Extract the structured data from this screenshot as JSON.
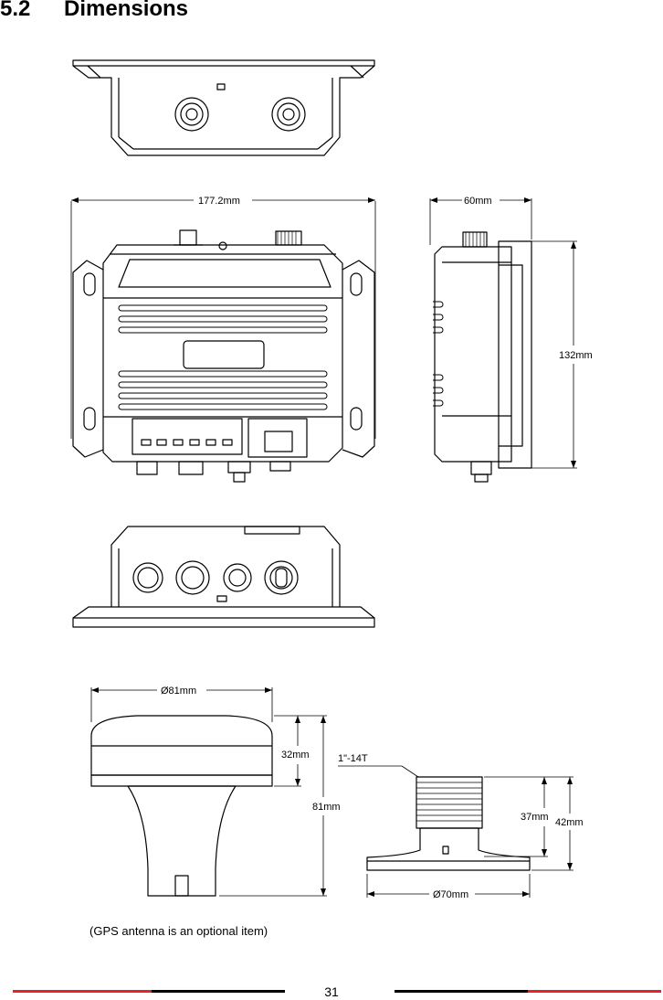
{
  "section": {
    "number": "5.2",
    "title": "Dimensions"
  },
  "dimensions": {
    "width": "177.2mm",
    "depth": "60mm",
    "height": "132mm",
    "antenna_diameter": "Ø81mm",
    "antenna_dome_height": "32mm",
    "antenna_total_height": "81mm",
    "thread": "1\"-14T",
    "mount_thread_height": "37mm",
    "mount_total_height": "42mm",
    "mount_base_diameter": "Ø70mm"
  },
  "caption": "(GPS antenna is an optional item)",
  "footer": {
    "page_number": "31",
    "accent_color": "#e8202a",
    "line_color": "#000000"
  }
}
